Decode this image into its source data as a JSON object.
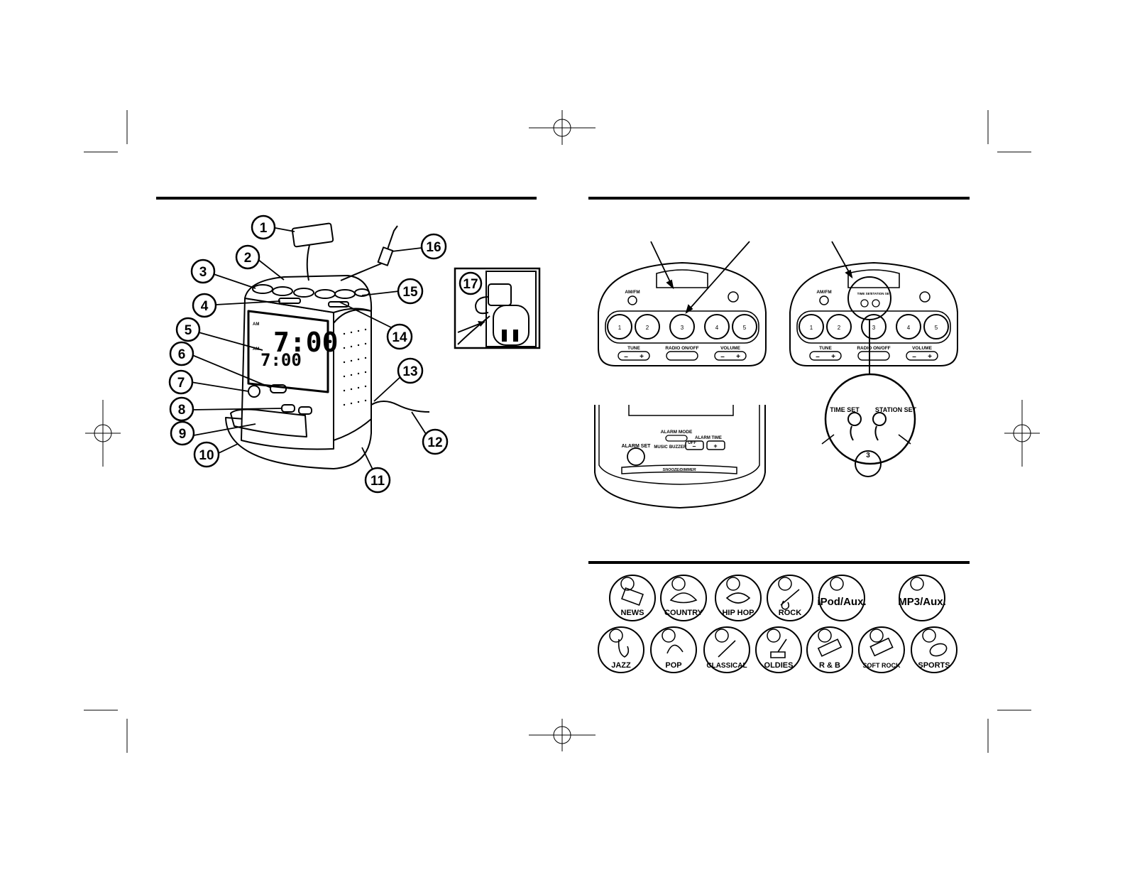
{
  "callouts": [
    "1",
    "2",
    "3",
    "4",
    "5",
    "6",
    "7",
    "8",
    "9",
    "10",
    "11",
    "12",
    "13",
    "14",
    "15",
    "16",
    "17"
  ],
  "display": {
    "main_time": "7:00",
    "small_time": "7:00",
    "am_main": "AM",
    "am_small": "AM"
  },
  "top_panel": {
    "am_fm": "AM/FM",
    "time_set_small": "TIME SET",
    "station_set_small": "STATION SET",
    "presets": [
      "1",
      "2",
      "3",
      "4",
      "5"
    ],
    "tune": "TUNE",
    "radio_on_off": "RADIO ON/OFF",
    "volume": "VOLUME",
    "minus": "–",
    "plus": "+"
  },
  "back_panel": {
    "alarm_set": "ALARM SET",
    "alarm_mode": "ALARM MODE",
    "mode_options": [
      "MUSIC",
      "BUZZER",
      "OFF"
    ],
    "alarm_time": "ALARM TIME",
    "snooze": "SNOOZE/DIMMER"
  },
  "zoom": {
    "time_set": "TIME SET",
    "station_set": "STATION SET",
    "preset_digit": "3"
  },
  "genres_row1": [
    "NEWS",
    "COUNTRY",
    "HIP HOP",
    "ROCK",
    "iPod/Aux.",
    "MP3/Aux."
  ],
  "genres_row2": [
    "JAZZ",
    "POP",
    "CLASSICAL",
    "OLDIES",
    "R & B",
    "SOFT ROCK",
    "SPORTS"
  ]
}
